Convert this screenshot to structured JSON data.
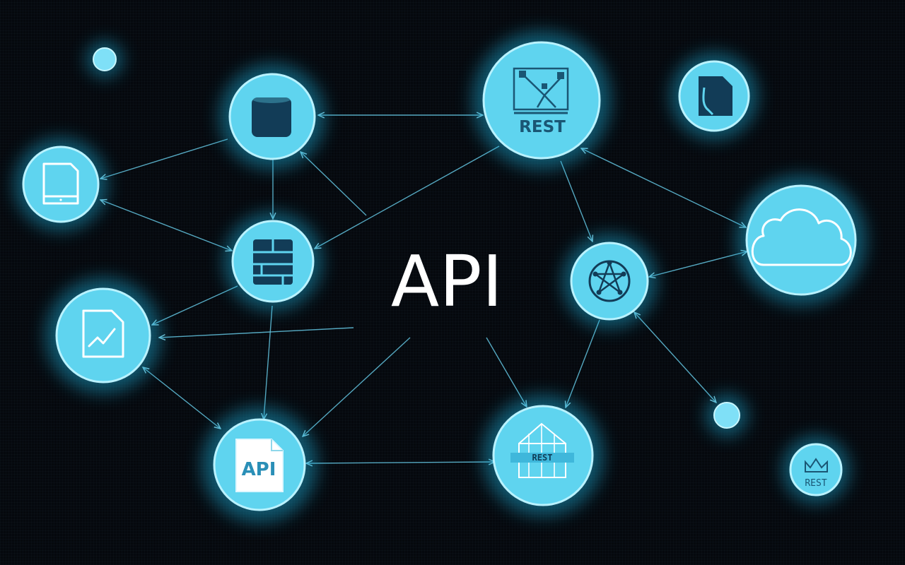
{
  "diagram": {
    "center_label": "API",
    "rest_label_top": "REST",
    "rest_label_bottom": "REST",
    "rest_label_small": "REST",
    "api_doc_label": "API"
  },
  "colors": {
    "background": "#05080d",
    "node_fill": "#5fd4ef",
    "node_rim": "#b9f2ff",
    "edge": "#63c4e0",
    "icon": "#123c57",
    "title": "#ffffff"
  },
  "nodes": [
    {
      "id": "small-dot-top-left",
      "icon": "dot"
    },
    {
      "id": "database",
      "icon": "database-icon"
    },
    {
      "id": "rest-top",
      "icon": "rest-network-icon"
    },
    {
      "id": "document-top-right",
      "icon": "document-icon"
    },
    {
      "id": "tablet",
      "icon": "tablet-icon"
    },
    {
      "id": "server",
      "icon": "server-icon"
    },
    {
      "id": "cloud",
      "icon": "cloud-icon"
    },
    {
      "id": "chart-document",
      "icon": "chart-document-icon"
    },
    {
      "id": "network-star",
      "icon": "network-star-icon"
    },
    {
      "id": "small-dot-right",
      "icon": "dot"
    },
    {
      "id": "api-document",
      "icon": "api-document-icon"
    },
    {
      "id": "rest-bottom",
      "icon": "rest-building-icon"
    },
    {
      "id": "rest-small",
      "icon": "rest-small-icon"
    }
  ]
}
